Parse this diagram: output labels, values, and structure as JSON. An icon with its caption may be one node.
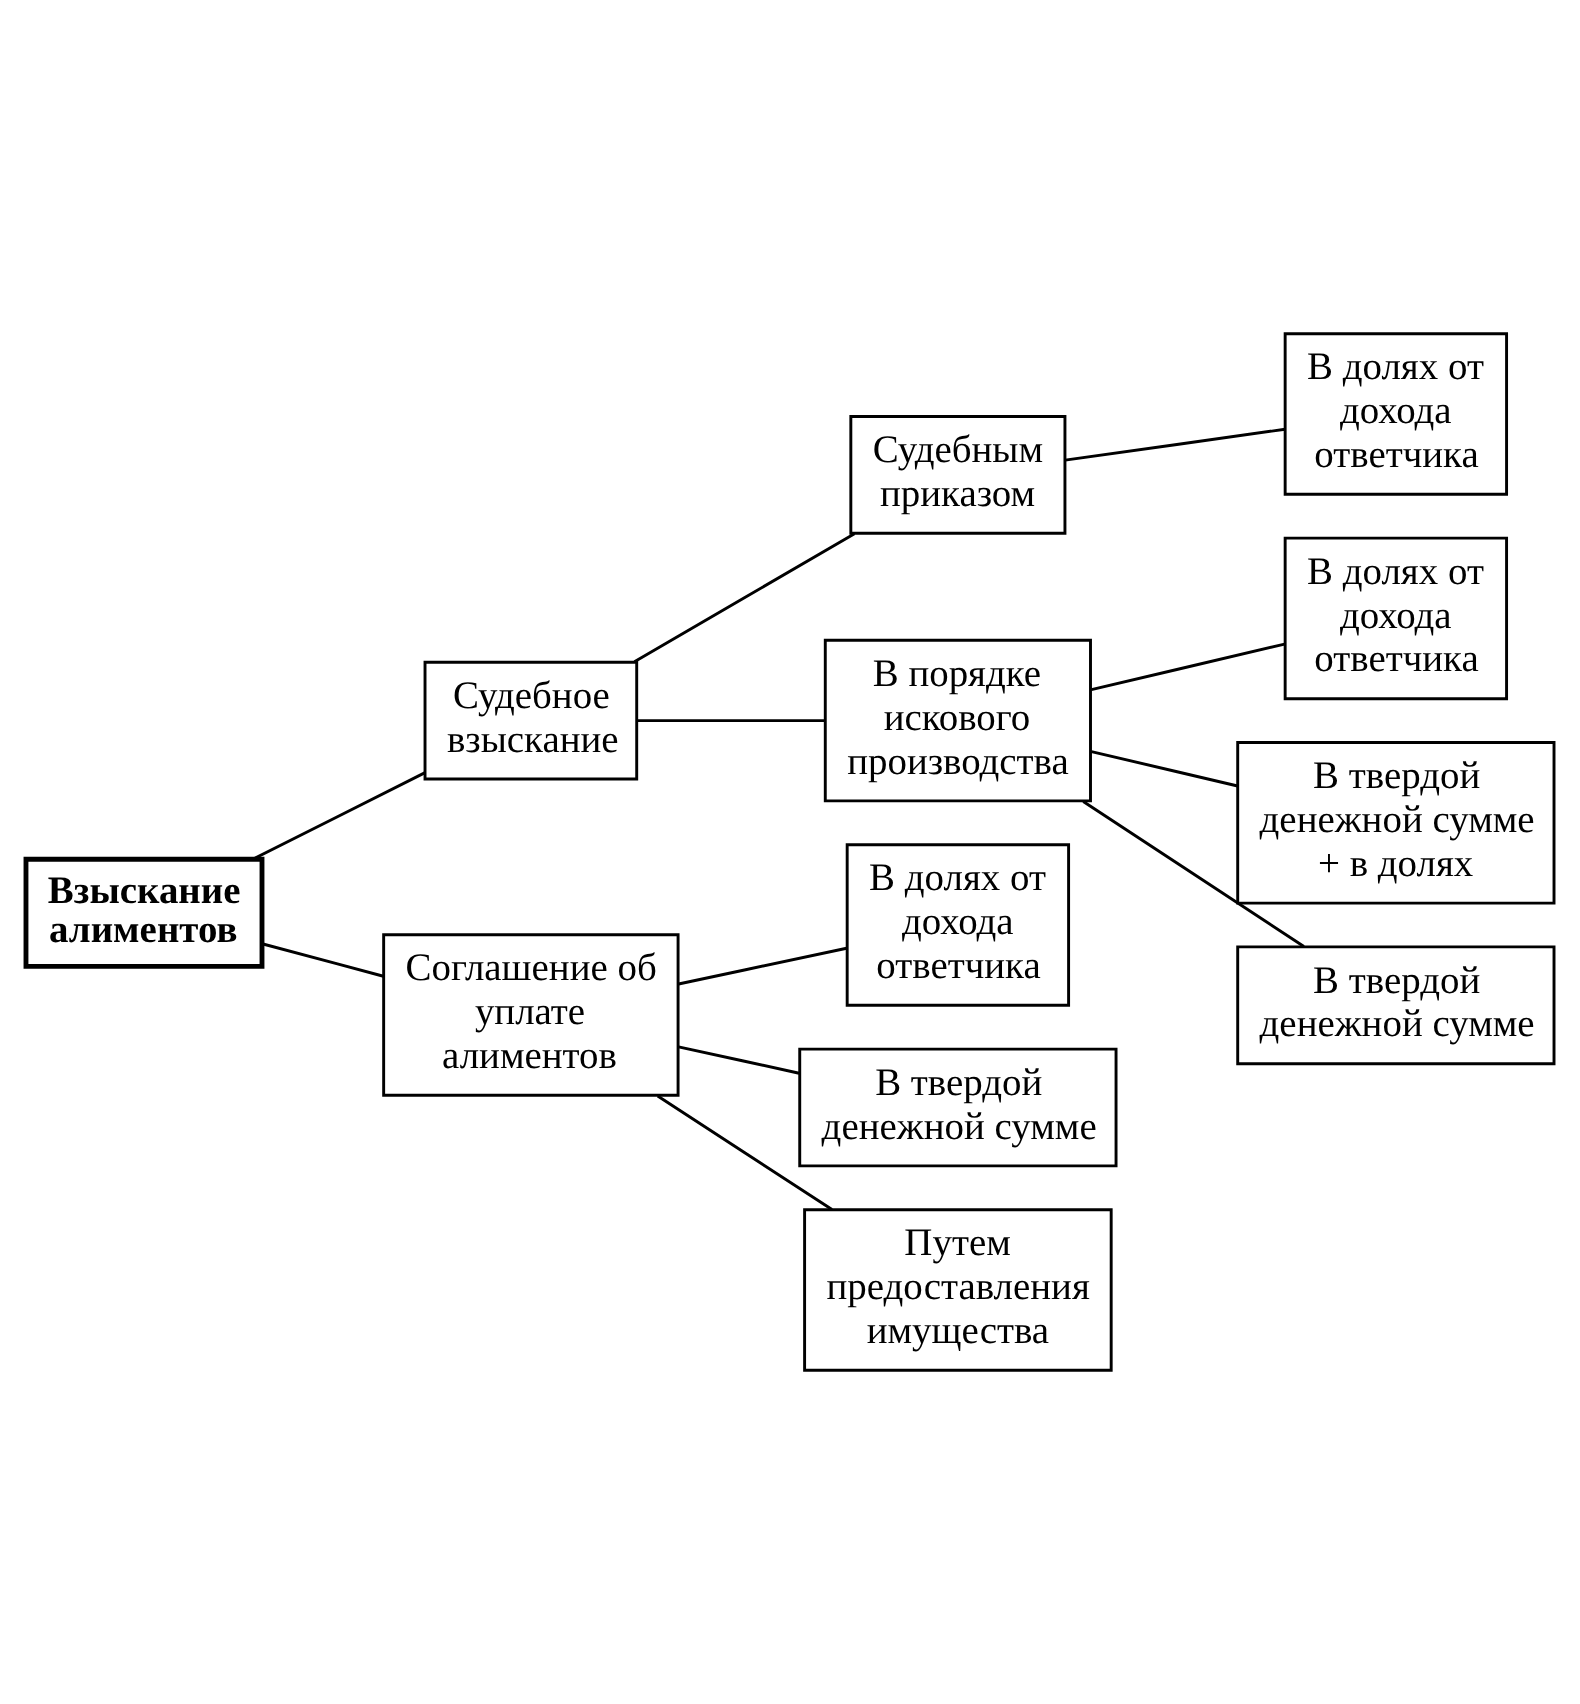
{
  "diagram": {
    "nodes": [
      {
        "text": [
          "Взыскание алиментов"
        ]
      },
      {
        "text": [
          "Судебное взыскание"
        ]
      },
      {
        "text": [
          "Соглашение об уплате алиментов"
        ]
      },
      {
        "text": [
          "Судебным приказом"
        ]
      },
      {
        "text": [
          "В порядке искового производства"
        ]
      },
      {
        "text": [
          "В долях от дохода ответчика"
        ]
      },
      {
        "text": [
          "В твердой денежной сумме"
        ]
      },
      {
        "text": [
          "Путем предоставления имущества"
        ]
      },
      {
        "text": [
          "В долях от дохода ответчика"
        ]
      },
      {
        "text": [
          "В долях от дохода ответчика"
        ]
      },
      {
        "text": [
          "В твердой денежной сумме + в долях"
        ]
      },
      {
        "text": [
          "В твердой денежной сумме"
        ]
      }
    ],
    "edges": [
      {
        "from": 0,
        "to": 1,
        "arrow": "none"
      },
      {
        "from": 0,
        "to": 2,
        "arrow": "none"
      },
      {
        "from": 1,
        "to": 3,
        "arrow": "none"
      },
      {
        "from": 1,
        "to": 4,
        "arrow": "none"
      },
      {
        "from": 3,
        "to": 8,
        "arrow": "none"
      },
      {
        "from": 4,
        "to": 9,
        "arrow": "none"
      },
      {
        "from": 4,
        "to": 10,
        "arrow": "none"
      },
      {
        "from": 4,
        "to": 11,
        "arrow": "none"
      },
      {
        "from": 2,
        "to": 5,
        "arrow": "none"
      },
      {
        "from": 2,
        "to": 6,
        "arrow": "none"
      },
      {
        "from": 2,
        "to": 7,
        "arrow": "none"
      }
    ]
  }
}
